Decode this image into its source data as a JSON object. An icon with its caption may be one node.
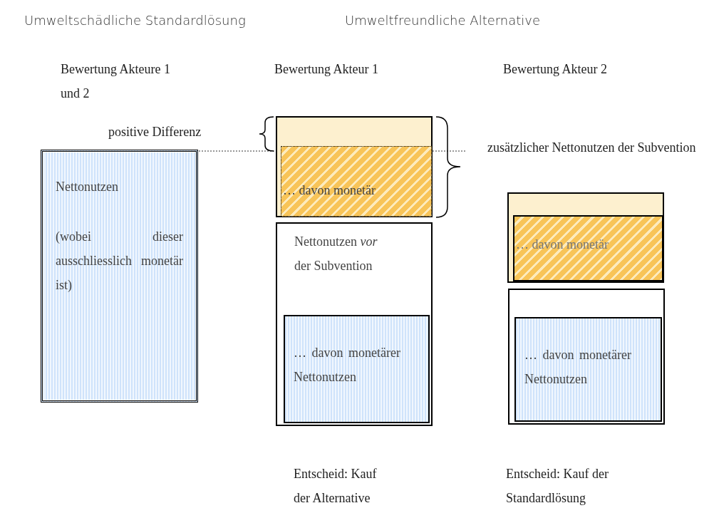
{
  "diagram": {
    "nodes": [
      {
        "text": [
          "Nettonutzen",
          "(wobei dieser ausschliesslich monetär ist)"
        ]
      },
      {
        "text": [],
        "shape": "box"
      },
      {
        "text": [
          "… davon monetär"
        ],
        "in": 1
      },
      {
        "text": [
          "Nettonutzen *vor* der Subvention"
        ]
      },
      {
        "text": [
          "… davon monetärer Nettonutzen"
        ],
        "in": 3
      },
      {
        "text": [],
        "shape": "box"
      },
      {
        "text": [
          "… davon monetär"
        ],
        "in": 5
      },
      {
        "text": [],
        "shape": "box"
      },
      {
        "text": [
          "… davon monetärer Nettonutzen"
        ],
        "in": 7
      }
    ],
    "edges": [],
    "labels": [
      "Umweltschädliche Standardlösung",
      "Umweltfreundliche Alternative",
      "Bewertung Akteure 1 und 2",
      "Bewertung Akteur 1",
      "Bewertung Akteur 2",
      "positive Differenz",
      "zusätzlicher Nettonutzen der Subvention",
      "Entscheid: Kauf der Alternative",
      "Entscheid: Kauf der Standardlösung"
    ]
  }
}
